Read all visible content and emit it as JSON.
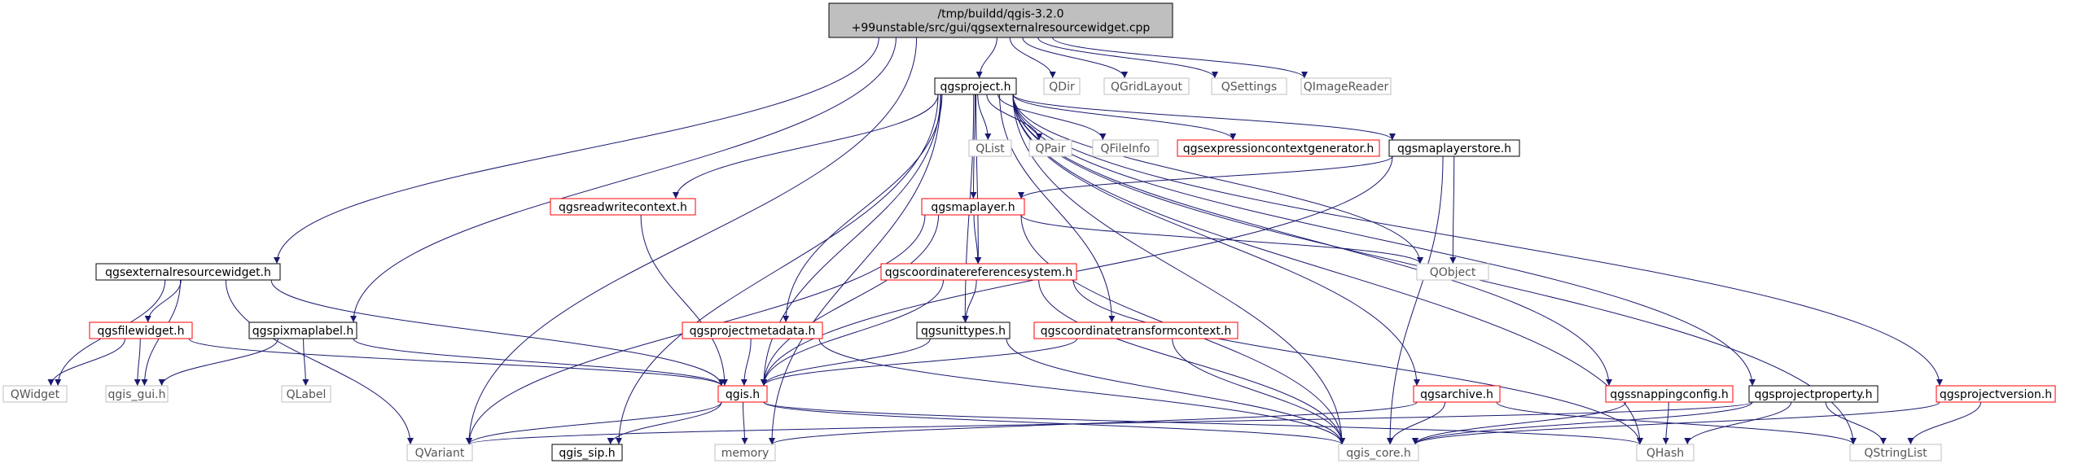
{
  "diagram": {
    "kind": "include-dependency-graph",
    "nodes": [
      {
        "id": "root",
        "lines": [
          "/tmp/buildd/qgis-3.2.0",
          "+99unstable/src/gui/qgsexternalresourcewidget.cpp"
        ],
        "style": "root"
      },
      {
        "id": "qgsproject",
        "label": "qgsproject.h",
        "style": "documented"
      },
      {
        "id": "qdir",
        "label": "QDir",
        "style": "external"
      },
      {
        "id": "qgridlayout",
        "label": "QGridLayout",
        "style": "external"
      },
      {
        "id": "qsettings",
        "label": "QSettings",
        "style": "external"
      },
      {
        "id": "qimagereader",
        "label": "QImageReader",
        "style": "external"
      },
      {
        "id": "qlist",
        "label": "QList",
        "style": "external"
      },
      {
        "id": "qpair",
        "label": "QPair",
        "style": "external"
      },
      {
        "id": "qfileinfo",
        "label": "QFileInfo",
        "style": "external"
      },
      {
        "id": "qgsexpressioncontextgenerator",
        "label": "qgsexpressioncontextgenerator.h",
        "style": "truncated"
      },
      {
        "id": "qgsmaplayerstore",
        "label": "qgsmaplayerstore.h",
        "style": "documented"
      },
      {
        "id": "qgsreadwritecontext",
        "label": "qgsreadwritecontext.h",
        "style": "truncated"
      },
      {
        "id": "qgsmaplayer",
        "label": "qgsmaplayer.h",
        "style": "truncated"
      },
      {
        "id": "qgsexternalresourcewidget",
        "label": "qgsexternalresourcewidget.h",
        "style": "documented"
      },
      {
        "id": "qobject",
        "label": "QObject",
        "style": "external"
      },
      {
        "id": "qgscoordinatereferencesystem",
        "label": "qgscoordinatereferencesystem.h",
        "style": "truncated"
      },
      {
        "id": "qgsfilewidget",
        "label": "qgsfilewidget.h",
        "style": "truncated"
      },
      {
        "id": "qgspixmaplabel",
        "label": "qgspixmaplabel.h",
        "style": "documented"
      },
      {
        "id": "qgsprojectmetadata",
        "label": "qgsprojectmetadata.h",
        "style": "truncated"
      },
      {
        "id": "qgsunittypes",
        "label": "qgsunittypes.h",
        "style": "documented"
      },
      {
        "id": "qgscoordinatetransformcontext",
        "label": "qgscoordinatetransformcontext.h",
        "style": "truncated"
      },
      {
        "id": "qgsarchive",
        "label": "qgsarchive.h",
        "style": "truncated"
      },
      {
        "id": "qgssnappingconfig",
        "label": "qgssnappingconfig.h",
        "style": "truncated"
      },
      {
        "id": "qgsprojectproperty",
        "label": "qgsprojectproperty.h",
        "style": "documented"
      },
      {
        "id": "qgsprojectversion",
        "label": "qgsprojectversion.h",
        "style": "truncated"
      },
      {
        "id": "qwidget",
        "label": "QWidget",
        "style": "external"
      },
      {
        "id": "qgis_gui",
        "label": "qgis_gui.h",
        "style": "external"
      },
      {
        "id": "qlabel",
        "label": "QLabel",
        "style": "external"
      },
      {
        "id": "qgis",
        "label": "qgis.h",
        "style": "truncated"
      },
      {
        "id": "qvariant",
        "label": "QVariant",
        "style": "external"
      },
      {
        "id": "qgis_sip",
        "label": "qgis_sip.h",
        "style": "documented"
      },
      {
        "id": "memory",
        "label": "memory",
        "style": "external"
      },
      {
        "id": "qgis_core",
        "label": "qgis_core.h",
        "style": "external"
      },
      {
        "id": "qhash",
        "label": "QHash",
        "style": "external"
      },
      {
        "id": "qstringlist",
        "label": "QStringList",
        "style": "external"
      }
    ],
    "edges": [
      [
        "root",
        "qgsproject"
      ],
      [
        "root",
        "qdir"
      ],
      [
        "root",
        "qgridlayout"
      ],
      [
        "root",
        "qsettings"
      ],
      [
        "root",
        "qimagereader"
      ],
      [
        "root",
        "qgsexternalresourcewidget"
      ],
      [
        "root",
        "qgspixmaplabel"
      ],
      [
        "root",
        "qvariant"
      ],
      [
        "qgsproject",
        "qlist"
      ],
      [
        "qgsproject",
        "qpair"
      ],
      [
        "qgsproject",
        "qfileinfo"
      ],
      [
        "qgsproject",
        "qgsexpressioncontextgenerator"
      ],
      [
        "qgsproject",
        "qgsmaplayerstore"
      ],
      [
        "qgsproject",
        "qgsreadwritecontext"
      ],
      [
        "qgsproject",
        "qgsmaplayer"
      ],
      [
        "qgsproject",
        "qgscoordinatereferencesystem"
      ],
      [
        "qgsproject",
        "qgsprojectmetadata"
      ],
      [
        "qgsproject",
        "qgsunittypes"
      ],
      [
        "qgsproject",
        "qgscoordinatetransformcontext"
      ],
      [
        "qgsproject",
        "qgsarchive"
      ],
      [
        "qgsproject",
        "qgssnappingconfig"
      ],
      [
        "qgsproject",
        "qgsprojectproperty"
      ],
      [
        "qgsproject",
        "qgsprojectversion"
      ],
      [
        "qgsproject",
        "qobject"
      ],
      [
        "qgsproject",
        "qgis"
      ],
      [
        "qgsproject",
        "qgis_sip"
      ],
      [
        "qgsproject",
        "memory"
      ],
      [
        "qgsproject",
        "qgis_core"
      ],
      [
        "qgsproject",
        "qhash"
      ],
      [
        "qgsproject",
        "qstringlist"
      ],
      [
        "qgsmaplayerstore",
        "qgsmaplayer"
      ],
      [
        "qgsmaplayerstore",
        "qobject"
      ],
      [
        "qgsmaplayerstore",
        "qgis_core"
      ],
      [
        "qgsmaplayerstore",
        "qgis"
      ],
      [
        "qgsreadwritecontext",
        "qgis"
      ],
      [
        "qgsmaplayer",
        "qgscoordinatereferencesystem"
      ],
      [
        "qgsmaplayer",
        "qobject"
      ],
      [
        "qgsmaplayer",
        "qgis"
      ],
      [
        "qgsmaplayer",
        "qgis_core"
      ],
      [
        "qgsmaplayer",
        "qvariant"
      ],
      [
        "qgscoordinatereferencesystem",
        "qgsunittypes"
      ],
      [
        "qgscoordinatereferencesystem",
        "qgis"
      ],
      [
        "qgscoordinatereferencesystem",
        "qgis_core"
      ],
      [
        "qgscoordinatereferencesystem",
        "qhash"
      ],
      [
        "qgsexternalresourcewidget",
        "qgsfilewidget"
      ],
      [
        "qgsexternalresourcewidget",
        "qwidget"
      ],
      [
        "qgsexternalresourcewidget",
        "qgis_gui"
      ],
      [
        "qgsexternalresourcewidget",
        "qgis"
      ],
      [
        "qgsexternalresourcewidget",
        "qvariant"
      ],
      [
        "qgsfilewidget",
        "qwidget"
      ],
      [
        "qgsfilewidget",
        "qgis_gui"
      ],
      [
        "qgsfilewidget",
        "qgis"
      ],
      [
        "qgspixmaplabel",
        "qgis_gui"
      ],
      [
        "qgspixmaplabel",
        "qlabel"
      ],
      [
        "qgspixmaplabel",
        "qgis"
      ],
      [
        "qgsprojectmetadata",
        "qgis"
      ],
      [
        "qgsprojectmetadata",
        "qgis_core"
      ],
      [
        "qgsunittypes",
        "qgis"
      ],
      [
        "qgsunittypes",
        "qgis_core"
      ],
      [
        "qgscoordinatetransformcontext",
        "qgis"
      ],
      [
        "qgscoordinatetransformcontext",
        "qgis_core"
      ],
      [
        "qgis",
        "qvariant"
      ],
      [
        "qgis",
        "qgis_sip"
      ],
      [
        "qgis",
        "memory"
      ],
      [
        "qgis",
        "qgis_core"
      ],
      [
        "qgis",
        "qhash"
      ],
      [
        "qgsarchive",
        "qgis_core"
      ],
      [
        "qgsarchive",
        "memory"
      ],
      [
        "qgsarchive",
        "qstringlist"
      ],
      [
        "qgssnappingconfig",
        "qgis_core"
      ],
      [
        "qgssnappingconfig",
        "qhash"
      ],
      [
        "qgsprojectproperty",
        "qvariant"
      ],
      [
        "qgsprojectproperty",
        "qgis_core"
      ],
      [
        "qgsprojectproperty",
        "qhash"
      ],
      [
        "qgsprojectproperty",
        "qstringlist"
      ],
      [
        "qgsprojectversion",
        "qgis_core"
      ],
      [
        "qgsprojectversion",
        "qstringlist"
      ]
    ]
  },
  "colors": {
    "edge": "#191970",
    "root_fill": "#bfbfbf",
    "documented_border": "#000000",
    "truncated_border": "#ff0000",
    "external_border": "#bfbfbf",
    "external_text": "#555555",
    "node_text": "#000000"
  }
}
